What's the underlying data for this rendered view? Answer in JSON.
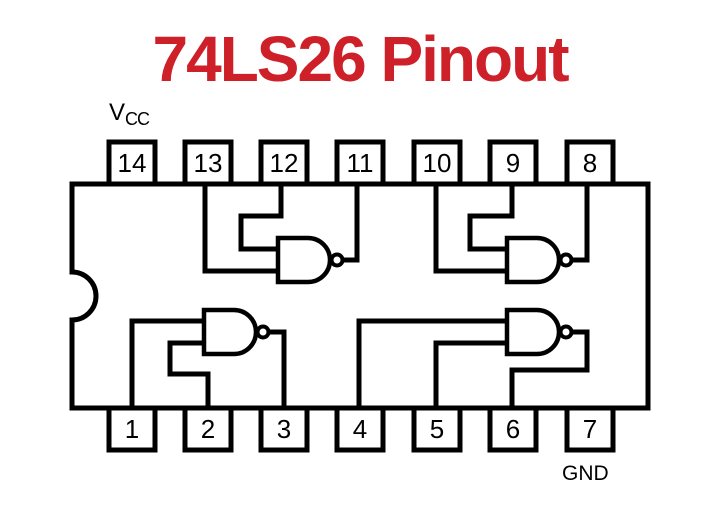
{
  "title": "74LS26 Pinout",
  "labels": {
    "vcc_main": "V",
    "vcc_sub": "CC",
    "gnd": "GND"
  },
  "pins": {
    "top": [
      "14",
      "13",
      "12",
      "11",
      "10",
      "9",
      "8"
    ],
    "bottom": [
      "1",
      "2",
      "3",
      "4",
      "5",
      "6",
      "7"
    ]
  },
  "gates": [
    {
      "gate": "top-left",
      "type": "NAND",
      "input_pins": [
        "13",
        "12"
      ],
      "output_pin": "11"
    },
    {
      "gate": "bottom-left",
      "type": "NAND",
      "input_pins": [
        "1",
        "2"
      ],
      "output_pin": "3"
    },
    {
      "gate": "top-right",
      "type": "NAND",
      "input_pins": [
        "10",
        "9"
      ],
      "output_pin": "8"
    },
    {
      "gate": "bottom-right",
      "type": "NAND",
      "input_pins": [
        "4",
        "5"
      ],
      "output_pin": "6"
    }
  ],
  "colors": {
    "title_red": "#CE2029",
    "line": "#000000",
    "background": "#FFFFFF"
  }
}
